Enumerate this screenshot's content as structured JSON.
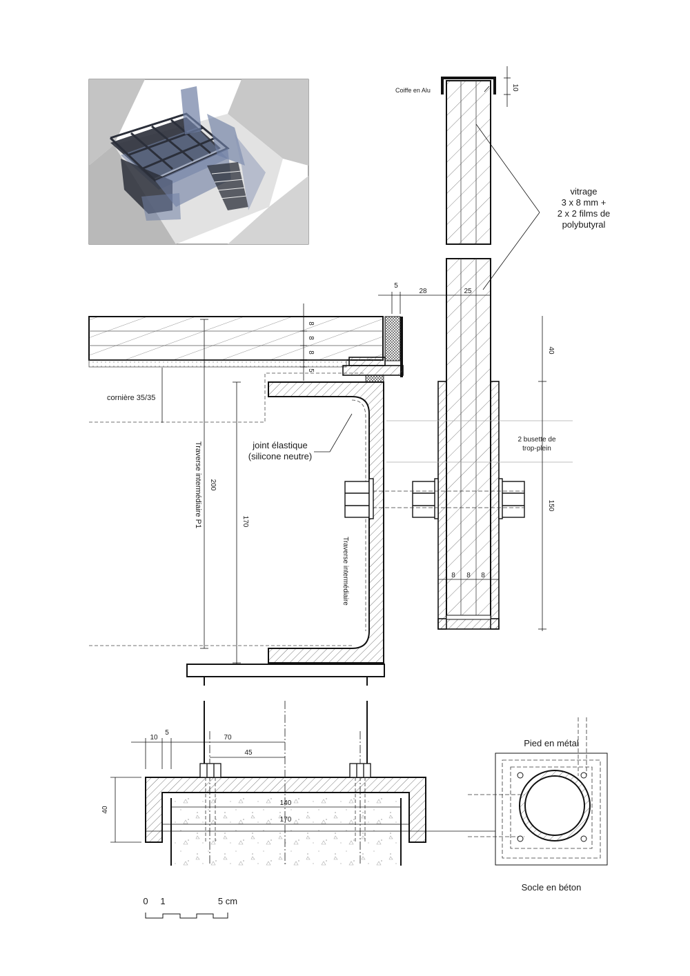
{
  "colors": {
    "ink": "#1a1a1a",
    "glass_blue": "#6f7fa4",
    "frame_dark": "#2b2f3a",
    "wall_grey": "#bdbdbd",
    "floor_grey": "#d9d9d9"
  },
  "labels": {
    "coiffe": "Coiffe en Alu",
    "vitrage": [
      "vitrage",
      "3 x 8 mm +",
      "2 x 2 films de",
      "polybutyral"
    ],
    "corniere": "cornière 35/35",
    "joint": [
      "joint élastique",
      "(silicone neutre)"
    ],
    "busette": [
      "2 busette de",
      "trop-plein"
    ],
    "traverse_p1": "Traverse intermédiaire P1",
    "traverse": "Traverse intermédiaire",
    "pied": "Pied en métal",
    "socle": "Socle en béton"
  },
  "dimensions": {
    "d10_top": "10",
    "d5": "5",
    "d28": "28",
    "d25": "25",
    "d40": "40",
    "d150": "150",
    "d8a": "8",
    "d8b": "8",
    "d8c": "8",
    "s8a": "8",
    "s8b": "8",
    "s8c": "8",
    "s5": "5",
    "d200": "200",
    "d170": "170",
    "b10": "10",
    "b5": "5",
    "b70": "70",
    "b45": "45",
    "b40": "40",
    "b140": "140",
    "b170": "170"
  },
  "scale": {
    "label0": "0",
    "label1": "1",
    "label5": "5 cm"
  }
}
